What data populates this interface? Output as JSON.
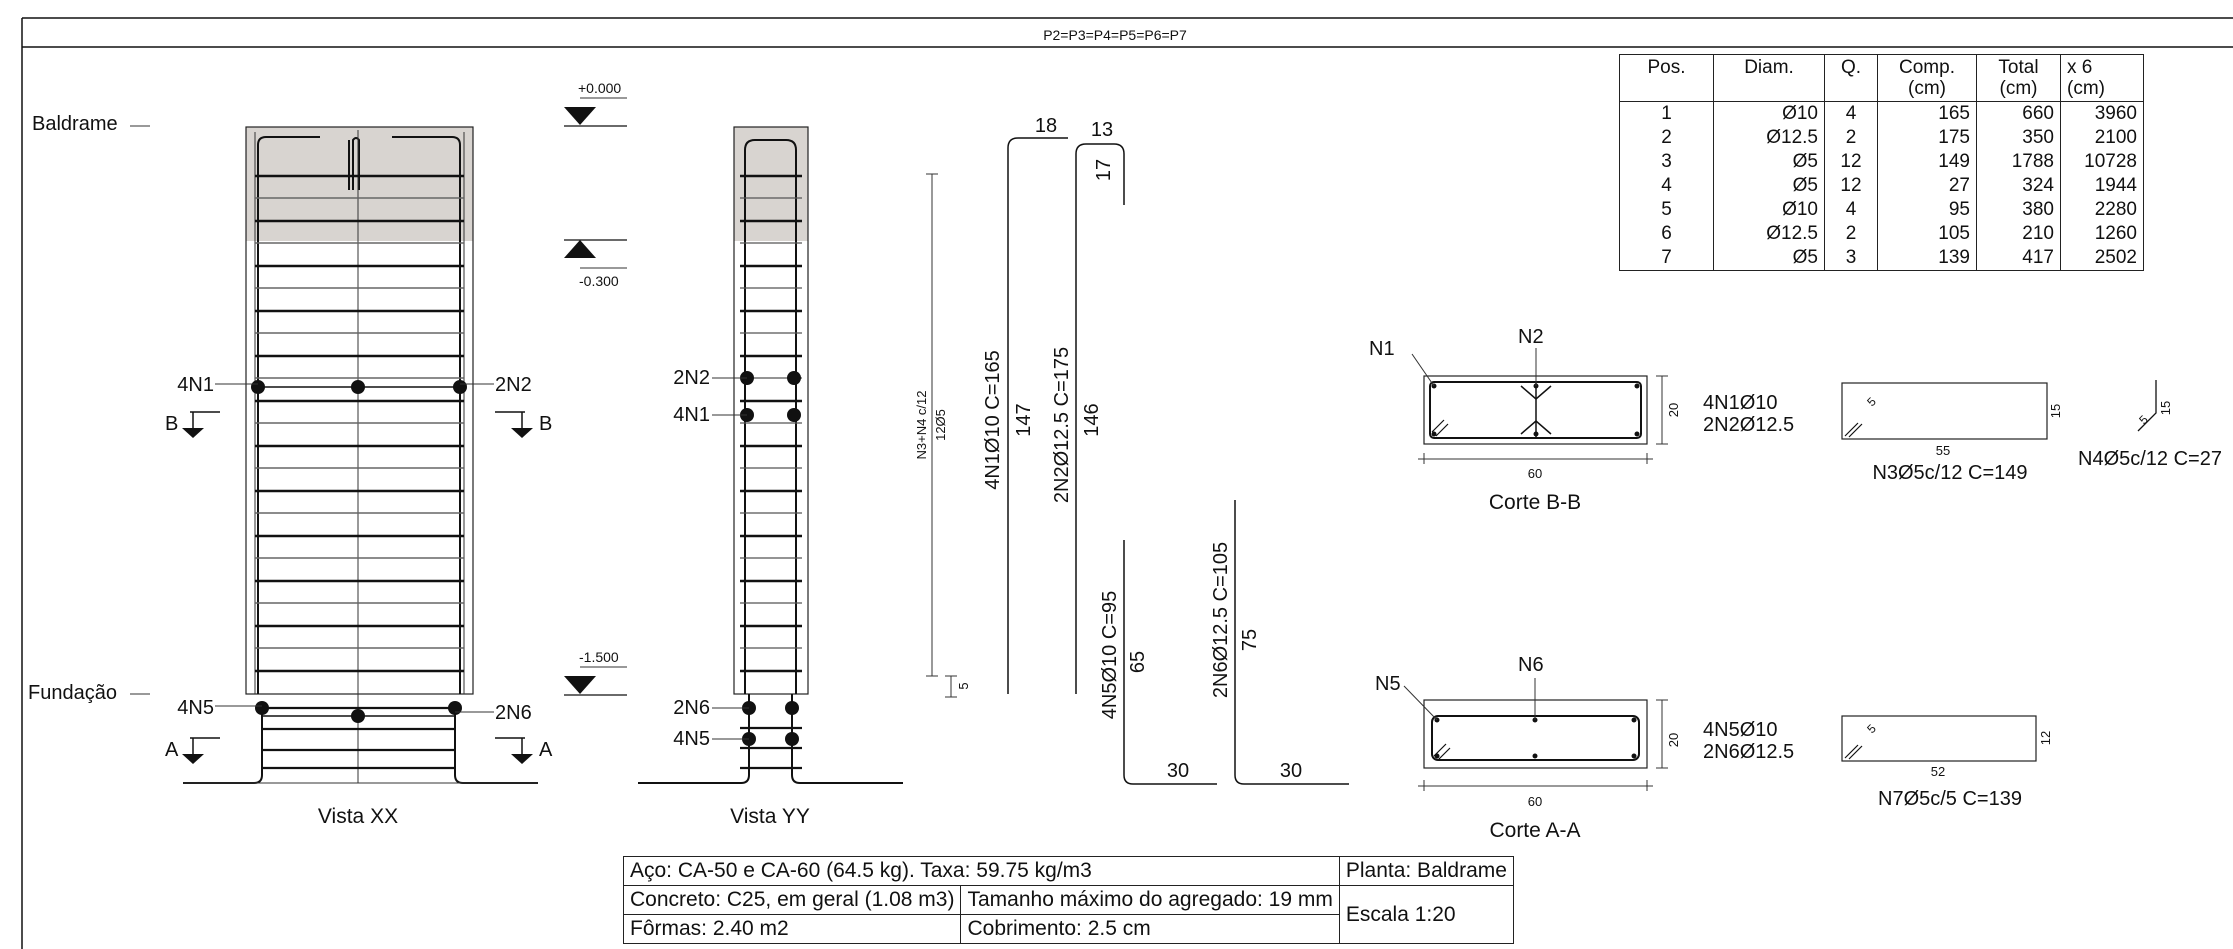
{
  "header": {
    "title": "P2=P3=P4=P5=P6=P7"
  },
  "levels": {
    "baldrame": "Baldrame",
    "fundacao": "Fundação",
    "top": "+0.000",
    "mid": "-0.300",
    "bottom": "-1.500"
  },
  "vista_xx": {
    "title": "Vista XX",
    "n1": "4N1",
    "n2": "2N2",
    "n5": "4N5",
    "n6": "2N6",
    "cut_b": "B",
    "cut_a": "A"
  },
  "vista_yy": {
    "title": "Vista YY",
    "n2": "2N2",
    "n1": "4N1",
    "n6": "2N6",
    "n5": "4N5"
  },
  "stirrup_dim": {
    "label": "N3+N4 c/12",
    "count": "12Ø5",
    "bottom": "5"
  },
  "bars": {
    "n1": {
      "label": "4N1Ø10 C=165",
      "length": "147",
      "hook": "18"
    },
    "n2": {
      "label": "2N2Ø12.5 C=175",
      "length": "146",
      "hook_top": "13",
      "hook_side": "17"
    },
    "n5": {
      "label": "4N5Ø10 C=95",
      "length": "65",
      "foot": "30"
    },
    "n6": {
      "label": "2N6Ø12.5 C=105",
      "length": "75",
      "foot": "30"
    }
  },
  "corte_bb": {
    "title": "Corte B-B",
    "n1": "N1",
    "n2": "N2",
    "width": "60",
    "height": "20",
    "bars1": "4N1Ø10",
    "bars2": "2N2Ø12.5",
    "n3_label": "N3Ø5c/12 C=149",
    "n3_w": "55",
    "n3_h": "15",
    "n3_hook": "5",
    "n4_label": "N4Ø5c/12 C=27",
    "n4_h": "15",
    "n4_hook": "5"
  },
  "corte_aa": {
    "title": "Corte A-A",
    "n5": "N5",
    "n6": "N6",
    "width": "60",
    "height": "20",
    "bars1": "4N5Ø10",
    "bars2": "2N6Ø12.5",
    "n7_label": "N7Ø5c/5 C=139",
    "n7_w": "52",
    "n7_h": "12",
    "n7_hook": "5"
  },
  "steel_table": {
    "headers": [
      "Pos.",
      "Diam.",
      "Q.",
      "Comp.\n(cm)",
      "Total\n(cm)",
      "x 6\n(cm)"
    ],
    "rows": [
      [
        "1",
        "Ø10",
        "4",
        "165",
        "660",
        "3960"
      ],
      [
        "2",
        "Ø12.5",
        "2",
        "175",
        "350",
        "2100"
      ],
      [
        "3",
        "Ø5",
        "12",
        "149",
        "1788",
        "10728"
      ],
      [
        "4",
        "Ø5",
        "12",
        "27",
        "324",
        "1944"
      ],
      [
        "5",
        "Ø10",
        "4",
        "95",
        "380",
        "2280"
      ],
      [
        "6",
        "Ø12.5",
        "2",
        "105",
        "210",
        "1260"
      ],
      [
        "7",
        "Ø5",
        "3",
        "139",
        "417",
        "2502"
      ]
    ]
  },
  "title_block": {
    "steel": "Aço: CA-50 e CA-60 (64.5 kg). Taxa: 59.75 kg/m3",
    "plan": "Planta: Baldrame",
    "concrete": "Concreto: C25, em geral (1.08 m3)",
    "aggregate": "Tamanho máximo do agregado: 19 mm",
    "scale": "Escala 1:20",
    "forms": "Fôrmas: 2.40 m2",
    "cover": "Cobrimento: 2.5 cm"
  }
}
